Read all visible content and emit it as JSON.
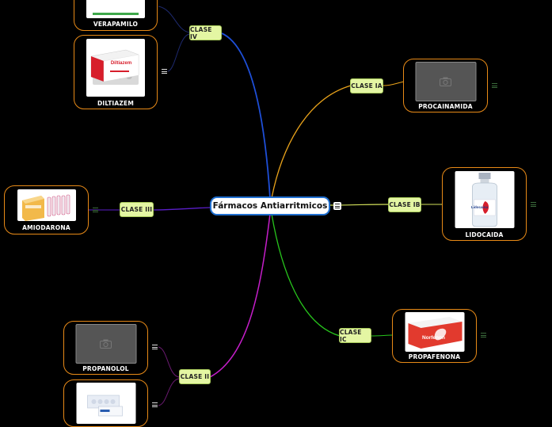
{
  "central_topic": "Fármacos Antiarritmicos",
  "classes": {
    "clase_ia": "CLASE IA",
    "clase_ib": "CLASE IB",
    "clase_ic": "CLASE IC",
    "clase_ii": "CLASE II",
    "clase_iii": "CLASE III",
    "clase_iv": "CLASE IV"
  },
  "drugs": {
    "verapamilo": "VERAPAMILO",
    "diltiazem": "DILTIAZEM",
    "procainamida": "PROCAINAMIDA",
    "lidocaida": "LIDOCAIDA",
    "amiodarona": "AMIODARONA",
    "propafenona": "PROPAFENONA",
    "propanolol": "PROPANOLOL"
  },
  "image_text": {
    "diltiazem_box": "Diltiazem",
    "lidocaina_vial": "Lidocaína",
    "propafenona_box": "Norfenon"
  },
  "colors": {
    "branch_clase_iv": "#1e4fd8",
    "branch_clase_ia": "#e8a21b",
    "branch_clase_ib": "#d2e05a",
    "branch_clase_ic": "#27c41c",
    "branch_clase_ii": "#c51ec9",
    "branch_clase_iii": "#5a1ec9",
    "sub_branch": "#1e2a70",
    "drug_border": "#e88a17",
    "class_fill": "#e4f6a3",
    "central_border": "#1f6fd0"
  }
}
